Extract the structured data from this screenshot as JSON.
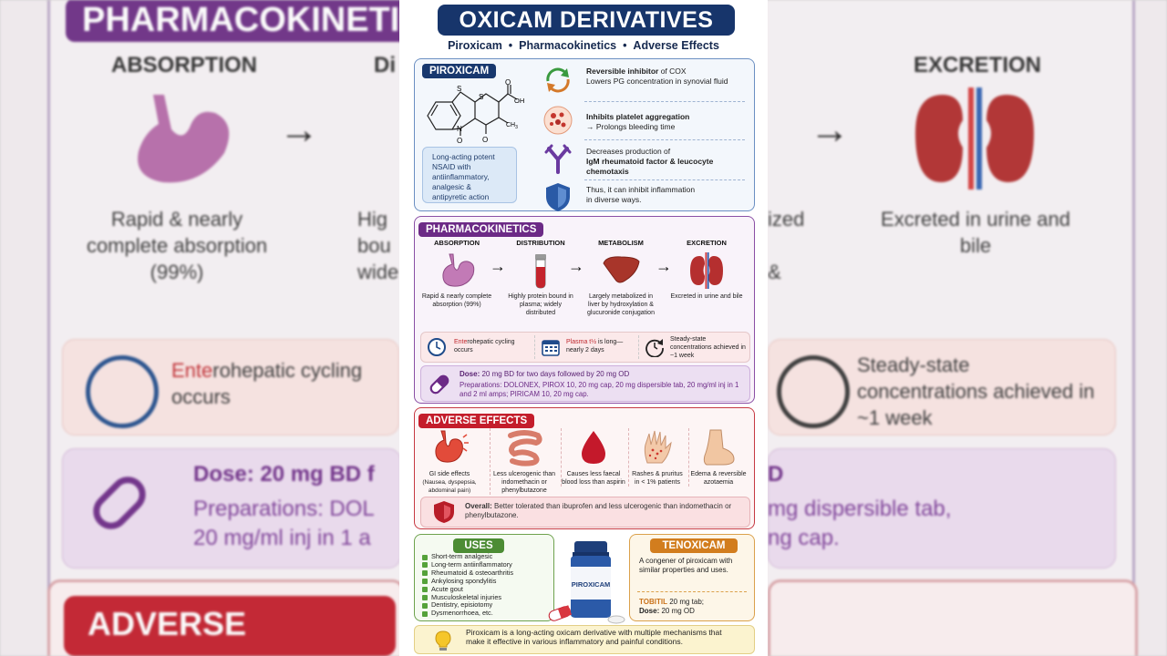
{
  "title": "OXICAM DERIVATIVES",
  "subtitle": [
    "Piroxicam",
    "Pharmacokinetics",
    "Adverse Effects"
  ],
  "bullet_sep": "•",
  "piroxicam": {
    "tag": "PIROXICAM",
    "description": "Long-acting potent NSAID with antiinflammatory, analgesic & antipyretic action",
    "mechanisms": [
      {
        "icon": "cycle-arrows-icon",
        "bold": "Reversible inhibitor",
        "rest": " of COX",
        "line2": "Lowers PG concentration in synovial fluid"
      },
      {
        "icon": "platelet-icon",
        "bold": "Inhibits platelet aggregation",
        "rest": "",
        "line2": "→ Prolongs bleeding time"
      },
      {
        "icon": "antibody-icon",
        "bold": "",
        "rest": "Decreases production of",
        "line2": "IgM rheumatoid factor & leucocyte chemotaxis"
      },
      {
        "icon": "shield-icon",
        "bold": "",
        "rest": "Thus, it can inhibit inflammation",
        "line2": "in diverse ways."
      }
    ],
    "molecule_labels": [
      "S",
      "S",
      "O",
      "OH",
      "CH",
      "3",
      "N",
      "O",
      "O"
    ]
  },
  "pk": {
    "tag": "PHARMACOKINETICS",
    "steps": [
      {
        "heading": "ABSORPTION",
        "icon": "stomach-icon",
        "text": "Rapid & nearly complete absorption (99%)"
      },
      {
        "heading": "DISTRIBUTION",
        "icon": "blood-tube-icon",
        "text": "Highly protein bound in plasma; widely distributed"
      },
      {
        "heading": "METABOLISM",
        "icon": "liver-icon",
        "text": "Largely metabolized in liver by hydroxylation & glucuronide conjugation"
      },
      {
        "heading": "EXCRETION",
        "icon": "kidney-icon",
        "text": "Excreted in urine and bile"
      }
    ],
    "arrow": "→",
    "row": [
      {
        "icon": "clock-icon",
        "accent": "Ente",
        "text": "rohepatic cycling occurs"
      },
      {
        "icon": "calendar-icon",
        "accent": "Plasma t½",
        "text": " is long— nearly 2 days"
      },
      {
        "icon": "clock-refresh-icon",
        "accent": "",
        "text": "Steady-state concentrations achieved in ~1 week"
      }
    ],
    "dose_label": "Dose:",
    "dose_text": " 20 mg BD for two days followed by 20 mg OD",
    "prep_label": "Preparations:",
    "prep_text": " DOLONEX, PIROX 10, 20 mg cap, 20 mg dispersible tab, 20 mg/ml inj in 1 and 2 ml amps; PIRICAM 10, 20 mg cap."
  },
  "adverse": {
    "tag": "ADVERSE EFFECTS",
    "items": [
      {
        "icon": "stomach-irritation-icon",
        "title": "GI side effects",
        "text": "(Nausea, dyspepsia, abdominal pain)"
      },
      {
        "icon": "intestine-icon",
        "title": "",
        "text": "Less ulcerogenic than indomethacin or phenylbutazone"
      },
      {
        "icon": "blood-drop-icon",
        "title": "",
        "text": "Causes less faecal blood loss than aspirin"
      },
      {
        "icon": "rash-hand-icon",
        "title": "",
        "text": "Rashes & pruritus in < 1% patients"
      },
      {
        "icon": "swollen-foot-icon",
        "title": "",
        "text": "Edema & reversible azotaemia"
      }
    ],
    "overall_label": "Overall:",
    "overall_text": " Better tolerated than ibuprofen and less ulcerogenic than indomethacin or phenylbutazone."
  },
  "uses": {
    "tag": "USES",
    "items": [
      "Short-term analgesic",
      "Long-term antiinflammatory",
      "Rheumatoid & osteoarthritis",
      "Ankylosing spondylitis",
      "Acute gout",
      "Musculoskeletal injuries",
      "Dentistry, episiotomy",
      "Dysmenorrhoea, etc."
    ]
  },
  "bottle_label": "PIROXICAM",
  "tenoxicam": {
    "tag": "TENOXICAM",
    "text": "A congener of piroxicam with similar properties and uses.",
    "brand": "TOBITIL",
    "brand_text": " 20 mg tab;",
    "dose_label": "Dose:",
    "dose_text": " 20 mg OD"
  },
  "summary": "Piroxicam is a long-acting oxicam derivative with multiple mechanisms that make it effective in various inflammatory and painful conditions.",
  "background": {
    "title": "PHARMACOKINETICS",
    "absorption": "ABSORPTION",
    "absorption_text": "Rapid & nearly complete absorption (99%)",
    "excretion": "EXCRETION",
    "excretion_text": "Excreted in urine and bile",
    "dist_head": "Di",
    "dist_text": "Hig bou wide",
    "right_text_frag": "ized",
    "right_amp": "&",
    "entero_accent": "Ente",
    "entero_text": "rohepatic cycling occurs",
    "steady_text": "Steady-state concentrations achieved in ~1 week",
    "dose_frag": "Dose: 20 mg BD f",
    "dose_frag_right": "D",
    "prep_frag": "Preparations: DOL",
    "prep_frag2": "20 mg/ml inj in 1 a",
    "prep_right1": "mg dispersible tab,",
    "prep_right2": "ng cap.",
    "adverse": "ADVERSE EFFECTS"
  },
  "colors": {
    "navy": "#17356b",
    "purple": "#6c2a86",
    "red": "#c41d2b",
    "green": "#4c8c34",
    "orange": "#d27d1e"
  }
}
